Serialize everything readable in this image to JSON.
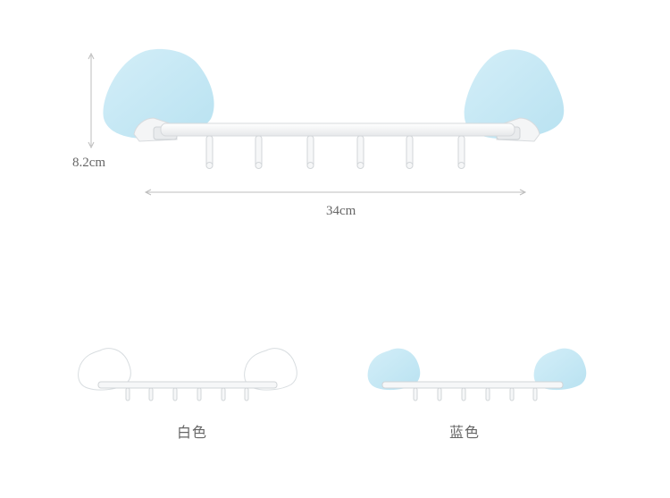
{
  "dimensions": {
    "height": "8.2cm",
    "width": "34cm"
  },
  "variants": [
    {
      "label": "白色",
      "color": "#ffffff"
    },
    {
      "label": "蓝色",
      "color": "#bfe6f3"
    }
  ],
  "colors": {
    "suction_pad_blue": "#c4e8f4",
    "suction_pad_white": "#ffffff",
    "rail": "#f7f8f9",
    "dimension_line": "#bdbdbd"
  }
}
